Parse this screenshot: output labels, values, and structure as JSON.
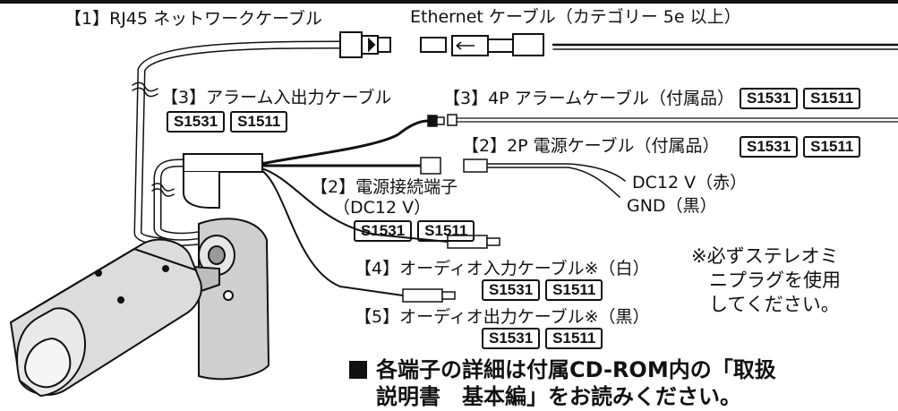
{
  "labels": {
    "rj45": "【1】RJ45 ネットワークケーブル",
    "ethernet": "Ethernet ケーブル（カテゴリー 5e 以上）",
    "alarm_io": "【3】アラーム入出力ケーブル",
    "alarm_4p": "【3】4P アラームケーブル（付属品）",
    "power_2p": "【2】2P 電源ケーブル（付属品）",
    "dc12_red": "DC12 V（赤）",
    "gnd_black": "GND（黒）",
    "power_terminal": "【2】電源接続端子",
    "power_terminal_sub": "（DC12 V）",
    "audio_in": "【4】オーディオ入力ケーブル※（白）",
    "audio_out": "【5】オーディオ出力ケーブル※（黒）"
  },
  "model_tags": [
    "S1531",
    "S1511"
  ],
  "note": {
    "line1": "※必ずステレオミ",
    "line2": "ニプラグを使用",
    "line3": "してください。"
  },
  "bottom_note": {
    "line1": "各端子の詳細は付属CD-ROM内の「取扱",
    "line2": "説明書　基本編」をお読みください。"
  },
  "colors": {
    "ink": "#111111",
    "body": "#d9d9d9",
    "shade": "#9a9a9a"
  }
}
